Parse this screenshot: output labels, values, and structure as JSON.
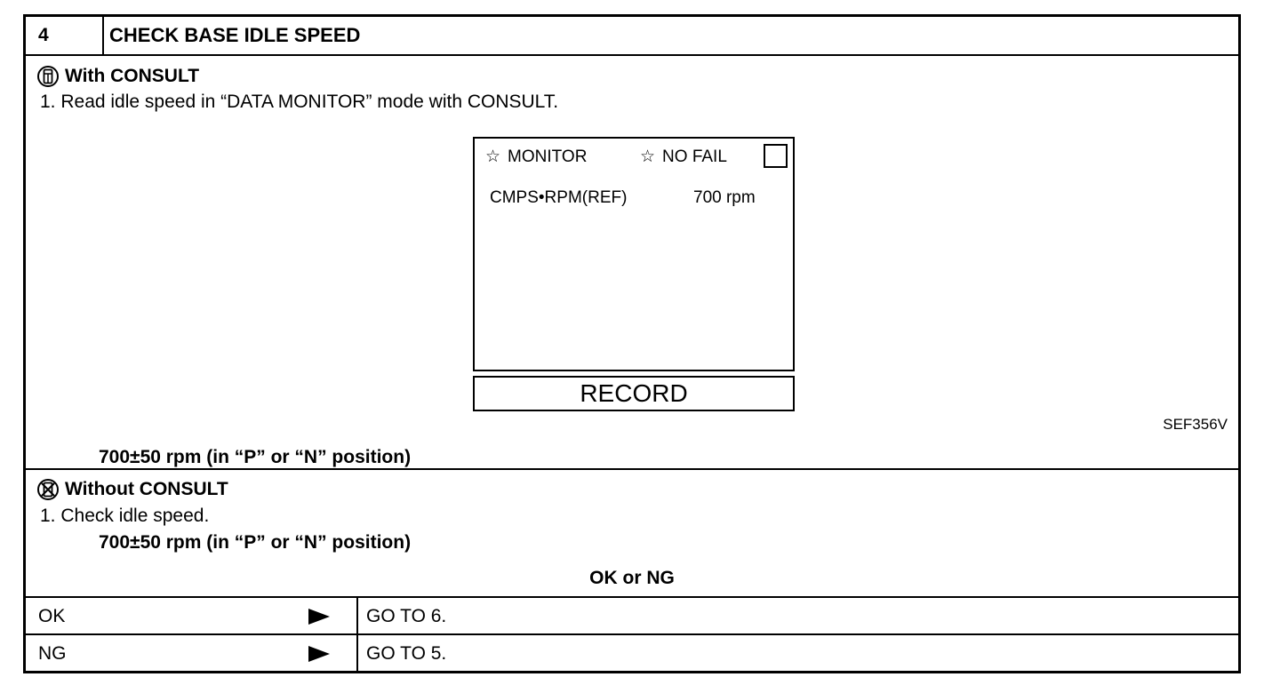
{
  "header": {
    "number": "4",
    "title": "CHECK BASE IDLE SPEED"
  },
  "with_consult": {
    "heading": "With CONSULT",
    "step1": "1.  Read idle speed in “DATA MONITOR” mode with CONSULT.",
    "screen": {
      "monitor_label": "MONITOR",
      "nofail_label": "NO FAIL",
      "param_name": "CMPS•RPM(REF)",
      "param_value": "700 rpm",
      "record_label": "RECORD"
    },
    "figure_id": "SEF356V",
    "spec": "700±50 rpm (in “P” or “N” position)"
  },
  "without_consult": {
    "heading": "Without CONSULT",
    "step1": "1.  Check idle speed.",
    "spec": "700±50 rpm (in “P” or “N” position)"
  },
  "decision": {
    "label": "OK or NG",
    "rows": [
      {
        "result": "OK",
        "action": "GO TO 6."
      },
      {
        "result": "NG",
        "action": "GO TO 5."
      }
    ]
  }
}
